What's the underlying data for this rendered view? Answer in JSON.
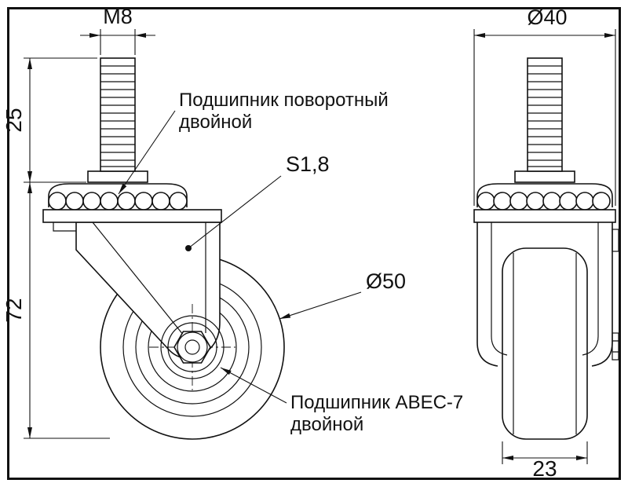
{
  "colors": {
    "line": "#111111",
    "background": "#ffffff"
  },
  "dimensions": {
    "thread": "M8",
    "stem_length": "25",
    "overall_height": "72",
    "plate_diameter": "Ø40",
    "wheel_diameter": "Ø50",
    "wheel_width": "23",
    "metal_thickness": "S1,8"
  },
  "callouts": {
    "swivel_bearing_line1": "Подшипник поворотный",
    "swivel_bearing_line2": "двойной",
    "wheel_bearing_line1": "Подшипник АВЕС-7",
    "wheel_bearing_line2": "двойной"
  }
}
